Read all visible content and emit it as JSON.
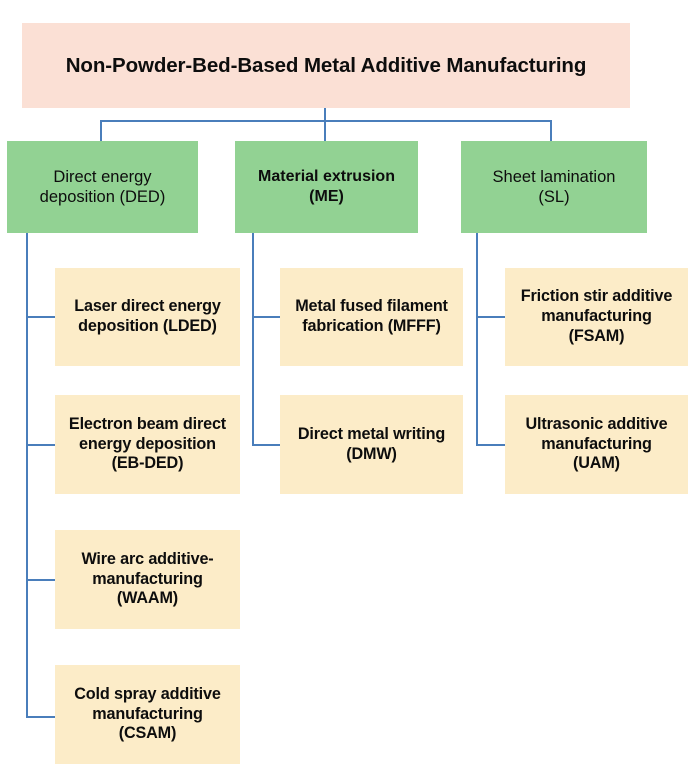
{
  "diagram": {
    "title": "Non-Powder-Bed-Based Metal Additive Manufacturing",
    "colors": {
      "root_fill": "#fbe0d5",
      "category_fill": "#92d293",
      "leaf_fill": "#fcecc8",
      "connector": "#4a7ebb",
      "text": "#0d0d0d",
      "background": "#ffffff"
    },
    "root": {
      "label": "Non-Powder-Bed-Based Metal Additive Manufacturing"
    },
    "categories": [
      {
        "id": "ded",
        "label": "Direct energy\ndeposition (DED)",
        "abbreviation": "DED",
        "name": "Direct energy deposition",
        "bold": false,
        "children": [
          {
            "id": "lded",
            "label": "Laser direct energy\ndeposition (LDED)",
            "name": "Laser direct energy deposition",
            "abbreviation": "LDED"
          },
          {
            "id": "eb-ded",
            "label": "Electron beam direct\nenergy deposition\n(EB-DED)",
            "name": "Electron beam direct energy deposition",
            "abbreviation": "EB-DED"
          },
          {
            "id": "waam",
            "label": "Wire arc additive-\nmanufacturing\n(WAAM)",
            "name": "Wire arc additive-manufacturing",
            "abbreviation": "WAAM"
          },
          {
            "id": "csam",
            "label": "Cold spray additive\nmanufacturing\n(CSAM)",
            "name": "Cold spray additive manufacturing",
            "abbreviation": "CSAM"
          }
        ]
      },
      {
        "id": "me",
        "label": "Material extrusion\n(ME)",
        "abbreviation": "ME",
        "name": "Material extrusion",
        "bold": true,
        "children": [
          {
            "id": "mfff",
            "label": "Metal fused filament\nfabrication (MFFF)",
            "name": "Metal fused filament fabrication",
            "abbreviation": "MFFF"
          },
          {
            "id": "dmw",
            "label": "Direct metal writing\n(DMW)",
            "name": "Direct metal writing",
            "abbreviation": "DMW"
          }
        ]
      },
      {
        "id": "sl",
        "label": "Sheet lamination\n(SL)",
        "abbreviation": "SL",
        "name": "Sheet lamination",
        "bold": false,
        "children": [
          {
            "id": "fsam",
            "label": "Friction stir additive\nmanufacturing\n(FSAM)",
            "name": "Friction stir additive manufacturing",
            "abbreviation": "FSAM"
          },
          {
            "id": "uam",
            "label": "Ultrasonic additive\nmanufacturing\n(UAM)",
            "name": "Ultrasonic additive manufacturing",
            "abbreviation": "UAM"
          }
        ]
      }
    ]
  }
}
